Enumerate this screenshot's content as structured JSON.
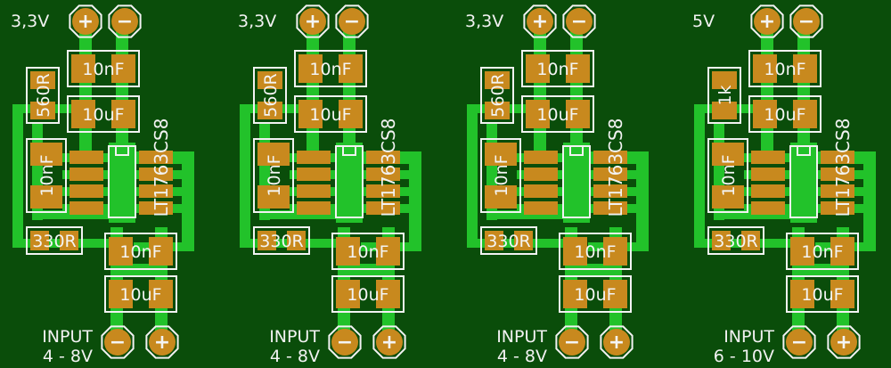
{
  "board": {
    "colors": {
      "background": "#0a4d0a",
      "trace": "#22c22a",
      "pad": "#c8891e",
      "silkscreen": "#f2f2f2",
      "hole": "#2b1f0f"
    },
    "modules": [
      {
        "output_voltage": "3,3V",
        "output_plus": "+",
        "output_minus": "−",
        "cap_top1": "10nF",
        "cap_top2": "10uF",
        "resistor_top": "560R",
        "cap_left": "10nF",
        "ic_label": "LT1763CS8",
        "resistor_bottom": "330R",
        "cap_bottom1": "10nF",
        "cap_bottom2": "10uF",
        "input_label": "INPUT",
        "input_range": "4 - 8V",
        "input_minus": "−",
        "input_plus": "+"
      },
      {
        "output_voltage": "3,3V",
        "output_plus": "+",
        "output_minus": "−",
        "cap_top1": "10nF",
        "cap_top2": "10uF",
        "resistor_top": "560R",
        "cap_left": "10nF",
        "ic_label": "LT1763CS8",
        "resistor_bottom": "330R",
        "cap_bottom1": "10nF",
        "cap_bottom2": "10uF",
        "input_label": "INPUT",
        "input_range": "4 - 8V",
        "input_minus": "−",
        "input_plus": "+"
      },
      {
        "output_voltage": "3,3V",
        "output_plus": "+",
        "output_minus": "−",
        "cap_top1": "10nF",
        "cap_top2": "10uF",
        "resistor_top": "560R",
        "cap_left": "10nF",
        "ic_label": "LT1763CS8",
        "resistor_bottom": "330R",
        "cap_bottom1": "10nF",
        "cap_bottom2": "10uF",
        "input_label": "INPUT",
        "input_range": "4 - 8V",
        "input_minus": "−",
        "input_plus": "+"
      },
      {
        "output_voltage": "5V",
        "output_plus": "+",
        "output_minus": "−",
        "cap_top1": "10nF",
        "cap_top2": "10uF",
        "resistor_top": "1k",
        "cap_left": "10nF",
        "ic_label": "LT1763CS8",
        "resistor_bottom": "330R",
        "cap_bottom1": "10nF",
        "cap_bottom2": "10uF",
        "input_label": "INPUT",
        "input_range": "6 - 10V",
        "input_minus": "−",
        "input_plus": "+"
      }
    ]
  }
}
